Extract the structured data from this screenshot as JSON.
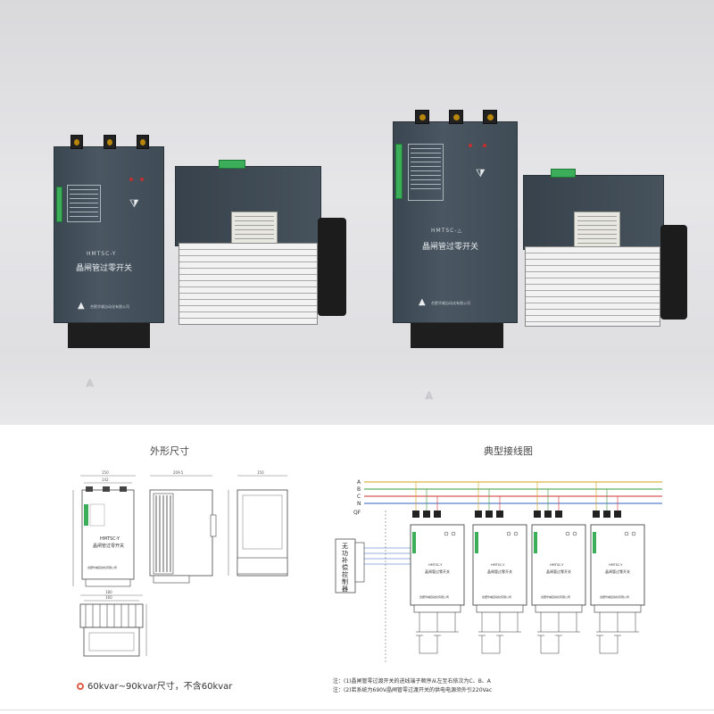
{
  "photo": {
    "units": [
      {
        "model": "HMTSC-Y",
        "cn_name": "晶闸管过零开关",
        "company": "合肥华威自动化有限公司"
      },
      {
        "model": "HMTSC-△",
        "cn_name": "晶闸管过零开关",
        "company": "合肥华威自动化有限公司"
      }
    ]
  },
  "dimensions": {
    "title": "外形尺寸",
    "front_unit_model": "HMTSC-Y",
    "front_unit_name": "晶闸管过零开关",
    "front_unit_company": "合肥华威自动化有限公司",
    "front_dims": [
      "150",
      "142"
    ],
    "side_dims": [
      "209.5"
    ],
    "back_dims": [
      "150"
    ],
    "lower_dims": [
      "180",
      "160"
    ]
  },
  "wiring": {
    "title": "典型接线图",
    "bus_labels": [
      "A",
      "B",
      "C",
      "N"
    ],
    "qf_label": "QF",
    "controller_label": [
      "无",
      "功",
      "补",
      "偿",
      "控",
      "制",
      "器"
    ],
    "switch_model": "HMTSC-Y",
    "switch_name": "晶闸管过零开关",
    "switch_company": "合肥华威自动化有限公司",
    "notes": [
      "注：(1)晶闸管零过渡开关的进线端子顺序从左至右依次为C、B、A",
      "注：(2)若系统为690V晶闸管零过渡开关的供电电源须外引220Vac"
    ]
  },
  "caption": {
    "text": "60kvar~90kvar尺寸，不含60kvar"
  },
  "colors": {
    "bus_a": "#d4a017",
    "bus_b": "#3a9a3a",
    "bus_c": "#d03030",
    "bus_n": "#3060c0",
    "caption_dot": "#e05a46"
  }
}
